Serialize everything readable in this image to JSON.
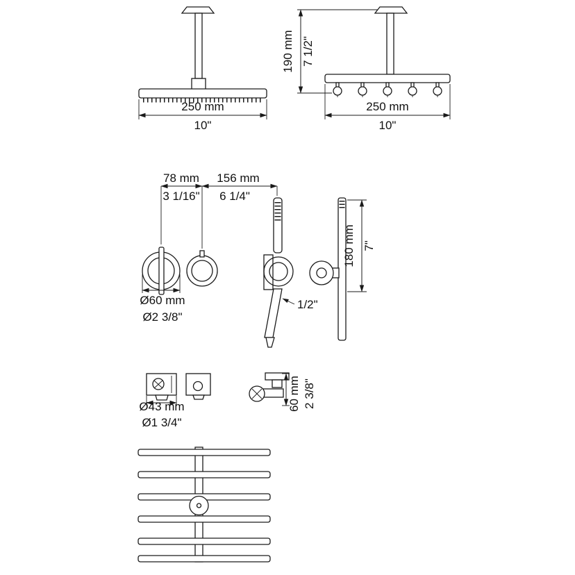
{
  "drawing": {
    "top_left": {
      "width_mm": "250 mm",
      "width_in": "10\""
    },
    "top_right": {
      "height_mm": "190 mm",
      "height_in": "7 1/2\"",
      "width_mm": "250 mm",
      "width_in": "10\""
    },
    "middle": {
      "offset1_mm": "78 mm",
      "offset2_mm": "156 mm",
      "offset1_in": "3 1/16\"",
      "offset2_in": "6 1/4\"",
      "height_mm": "180 mm",
      "height_in": "7\"",
      "valve_diameter_mm": "Ø60 mm",
      "valve_diameter_in": "Ø2 3/8\"",
      "connection_in": "1/2\""
    },
    "bottom_row": {
      "plate_diameter_mm": "Ø43 mm",
      "plate_diameter_in": "Ø1 3/4\"",
      "depth_mm": "60 mm",
      "depth_in": "2 3/8\""
    }
  },
  "colors": {
    "line": "#1a1a1a",
    "background": "#ffffff"
  }
}
